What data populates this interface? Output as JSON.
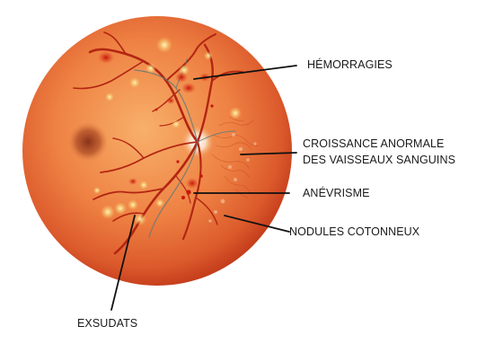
{
  "labels": {
    "hemorragies": "HÉMORRAGIES",
    "croissance_line1": "CROISSANCE ANORMALE",
    "croissance_line2": "DES VAISSEAUX SANGUINS",
    "anevrisme": "ANÉVRISME",
    "nodules": "NODULES COTONNEUX",
    "exsudats": "EXSUDATS"
  },
  "colors": {
    "retina_center": "#f7a35c",
    "retina_edge": "#c9381a",
    "vessel": "#b32512",
    "exudate": "#fbe98a",
    "macula": "#8e3a1c"
  }
}
